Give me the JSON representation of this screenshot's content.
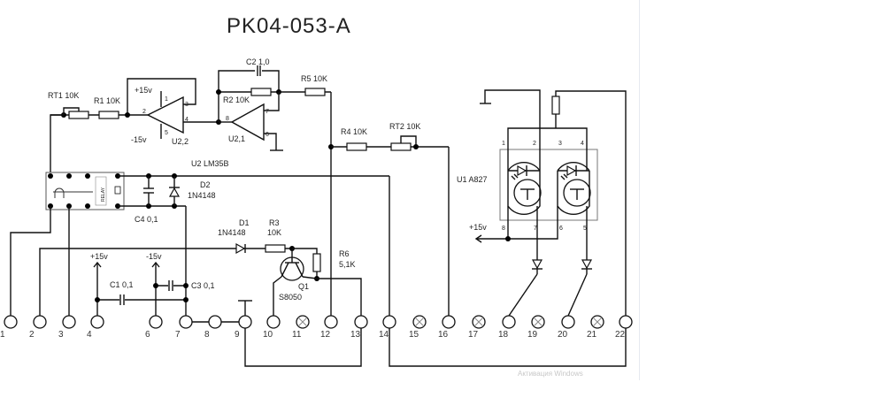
{
  "title": "PK04-053-A",
  "watermark": "Активация Windows",
  "components": {
    "rt1": "RT1 10K",
    "r1": "R1 10K",
    "c2": "C2 1,0",
    "r5": "R5 10K",
    "r2": "R2 10K",
    "u2_2": "U2,2",
    "u2_1": "U2,1",
    "u2": "U2  LM35B",
    "r4": "R4 10K",
    "rt2": "RT2 10K",
    "d2": "D2",
    "d2_type": "1N4148",
    "c4": "C4  0,1",
    "d1": "D1",
    "d1_type": "1N4148",
    "r3": "R3",
    "r3_val": "10K",
    "r6": "R6",
    "r6_val": "5,1K",
    "q1": "Q1",
    "q1_type": "S8050",
    "c1": "C1 0,1",
    "c3": "C3 0,1",
    "u1": "U1  A827",
    "relay": "RELAY"
  },
  "supply": {
    "plus15": "+15v",
    "minus15": "-15v"
  },
  "pins": {
    "u22_1": "1",
    "u22_2": "2",
    "u22_3": "3",
    "u22_4": "4",
    "u22_5": "5",
    "u21_8": "8",
    "u21_7": "7",
    "u21_6": "6",
    "u1_1": "1",
    "u1_2": "2",
    "u1_3": "3",
    "u1_4": "4",
    "u1_5": "5",
    "u1_6": "6",
    "u1_7": "7",
    "u1_8": "8"
  },
  "terminals": [
    {
      "n": "1",
      "nc": false
    },
    {
      "n": "2",
      "nc": false
    },
    {
      "n": "3",
      "nc": false
    },
    {
      "n": "4",
      "nc": false
    },
    {
      "n": "6",
      "nc": false
    },
    {
      "n": "7",
      "nc": false
    },
    {
      "n": "8",
      "nc": false
    },
    {
      "n": "9",
      "nc": false
    },
    {
      "n": "10",
      "nc": false
    },
    {
      "n": "11",
      "nc": true
    },
    {
      "n": "12",
      "nc": false
    },
    {
      "n": "13",
      "nc": false
    },
    {
      "n": "14",
      "nc": false
    },
    {
      "n": "15",
      "nc": true
    },
    {
      "n": "16",
      "nc": false
    },
    {
      "n": "17",
      "nc": true
    },
    {
      "n": "18",
      "nc": false
    },
    {
      "n": "19",
      "nc": true
    },
    {
      "n": "20",
      "nc": false
    },
    {
      "n": "21",
      "nc": true
    },
    {
      "n": "22",
      "nc": false
    }
  ]
}
